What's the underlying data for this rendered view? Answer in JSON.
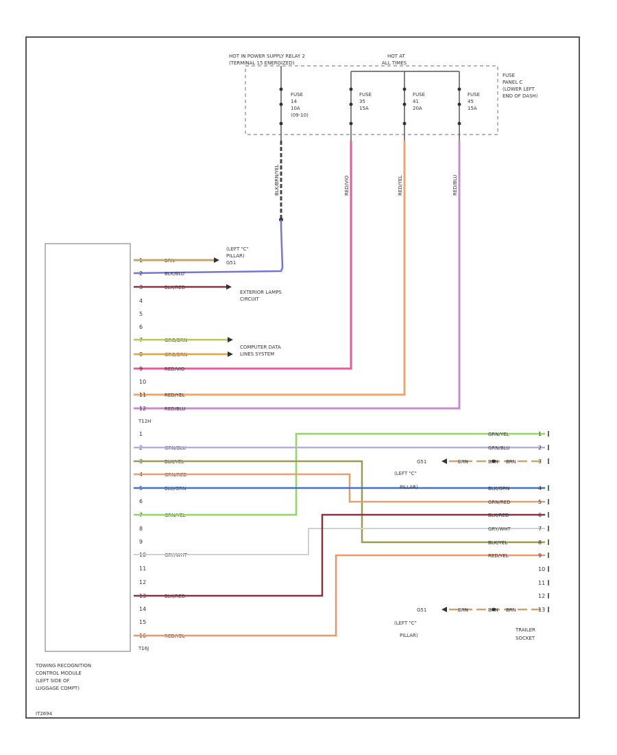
{
  "hot_labels": {
    "relay_line1": "HOT IN POWER SUPPLY RELAY 2",
    "relay_line2": "(TERMINAL 15 ENERGIZED)",
    "hot_at_line1": "HOT AT",
    "hot_at_line2": "ALL TIMES"
  },
  "fuse_panel": {
    "lines": [
      "FUSE",
      "PANEL C",
      "(LOWER LEFT",
      "END OF DASH)"
    ]
  },
  "fuses": [
    {
      "name": "FUSE",
      "number": "14",
      "amps": "10A",
      "extra": "(09-10)",
      "wire": "BLK/BRN/YEL"
    },
    {
      "name": "FUSE",
      "number": "35",
      "amps": "15A",
      "extra": "",
      "wire": "RED/VIO"
    },
    {
      "name": "FUSE",
      "number": "41",
      "amps": "20A",
      "extra": "",
      "wire": "RED/YEL"
    },
    {
      "name": "FUSE",
      "number": "45",
      "amps": "15A",
      "extra": "",
      "wire": "RED/BLU"
    }
  ],
  "module": {
    "label_lines": [
      "TOWING RECOGNITION",
      "CONTROL MODULE",
      "(LEFT SIDE OF",
      "LUGGAGE COMPT)"
    ],
    "connector1": "T12H",
    "connector2": "T16J"
  },
  "connector1_pins": [
    {
      "pin": "1",
      "wire": "BRN",
      "color": "#c8a46a"
    },
    {
      "pin": "2",
      "wire": "BLK/BLU",
      "color": "#6a6fd8"
    },
    {
      "pin": "3",
      "wire": "BLK/RED",
      "color": "#8a3040"
    },
    {
      "pin": "4",
      "wire": "",
      "color": ""
    },
    {
      "pin": "5",
      "wire": "",
      "color": ""
    },
    {
      "pin": "6",
      "wire": "",
      "color": ""
    },
    {
      "pin": "7",
      "wire": "ORG/BRN",
      "color": "#b9c84a"
    },
    {
      "pin": "8",
      "wire": "ORG/BRN",
      "color": "#e8a040"
    },
    {
      "pin": "9",
      "wire": "RED/VIO",
      "color": "#e85a9a"
    },
    {
      "pin": "10",
      "wire": "",
      "color": ""
    },
    {
      "pin": "11",
      "wire": "RED/YEL",
      "color": "#f0956a"
    },
    {
      "pin": "12",
      "wire": "RED/BLU",
      "color": "#c98ad0"
    }
  ],
  "connector1_labels": {
    "left_c_pillar": [
      "(LEFT \"C\"",
      "PILLAR)",
      "G51"
    ],
    "exterior_lamps": [
      "EXTERIOR LAMPS",
      "CIRCUIT"
    ],
    "computer_data": [
      "COMPUTER DATA",
      "LINES SYSTEM"
    ]
  },
  "connector2_pins": [
    {
      "pin": "1",
      "wire": "",
      "right_wire": "GRN/YEL",
      "right_pin": "1",
      "color": "#90d860"
    },
    {
      "pin": "2",
      "wire": "GRN/BLU",
      "right_wire": "GRN/BLU",
      "right_pin": "2",
      "color": "#b0b0e0"
    },
    {
      "pin": "3",
      "wire": "BLK/YEL",
      "right_wire": "BRN",
      "right_pin": "3",
      "color": "#9a9a50"
    },
    {
      "pin": "4",
      "wire": "GRN/RED",
      "right_wire": "BLK/GRN",
      "right_pin": "4",
      "color": "#e0a070"
    },
    {
      "pin": "5",
      "wire": "BLU/GRN",
      "right_wire": "GRN/RED",
      "right_pin": "5",
      "color": "#3a70d0"
    },
    {
      "pin": "6",
      "wire": "",
      "right_wire": "BLK/RED",
      "right_pin": "6",
      "color": ""
    },
    {
      "pin": "7",
      "wire": "GRN/YEL",
      "right_wire": "GRY/WHT",
      "right_pin": "7",
      "color": "#a0e070"
    },
    {
      "pin": "8",
      "wire": "",
      "right_wire": "BLK/YEL",
      "right_pin": "8",
      "color": ""
    },
    {
      "pin": "9",
      "wire": "",
      "right_wire": "RED/YEL",
      "right_pin": "9",
      "color": ""
    },
    {
      "pin": "10",
      "wire": "GRY/WHT",
      "right_wire": "",
      "right_pin": "10",
      "color": "#d0d0d0"
    },
    {
      "pin": "11",
      "wire": "",
      "right_wire": "",
      "right_pin": "11",
      "color": ""
    },
    {
      "pin": "12",
      "wire": "",
      "right_wire": "",
      "right_pin": "12",
      "color": ""
    },
    {
      "pin": "13",
      "wire": "BLK/RED",
      "right_wire": "BRN",
      "right_pin": "13",
      "color": "#8a3040"
    },
    {
      "pin": "14",
      "wire": "",
      "right_wire": "",
      "right_pin": "",
      "color": ""
    },
    {
      "pin": "15",
      "wire": "",
      "right_wire": "",
      "right_pin": "",
      "color": ""
    },
    {
      "pin": "16",
      "wire": "RED/YEL",
      "right_wire": "",
      "right_pin": "",
      "color": "#f0956a"
    }
  ],
  "ground_g51_upper": {
    "name": "G51",
    "lines": [
      "(LEFT \"C\"",
      "PILLAR)"
    ],
    "wire1": "BRN",
    "wire2": "BRN"
  },
  "ground_g51_lower": {
    "name": "G51",
    "lines": [
      "(LEFT \"C\"",
      "PILLAR)"
    ],
    "wire1": "BRN",
    "wire2": "BRN"
  },
  "trailer_socket": [
    "TRAILER",
    "SOCKET"
  ],
  "footer_code": "IT2694",
  "colors": {
    "pink": "#e85a9a",
    "orange": "#f0956a",
    "violet": "#c98ad0",
    "blue": "#6a6fd8",
    "green": "#90d860"
  }
}
